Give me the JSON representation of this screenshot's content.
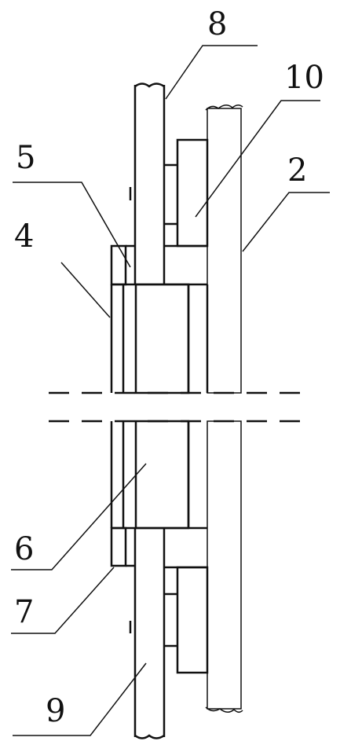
{
  "labels": {
    "l8": "8",
    "l10": "10",
    "l5": "5",
    "l2": "2",
    "l4": "4",
    "l6": "6",
    "l7": "7",
    "l9": "9"
  }
}
